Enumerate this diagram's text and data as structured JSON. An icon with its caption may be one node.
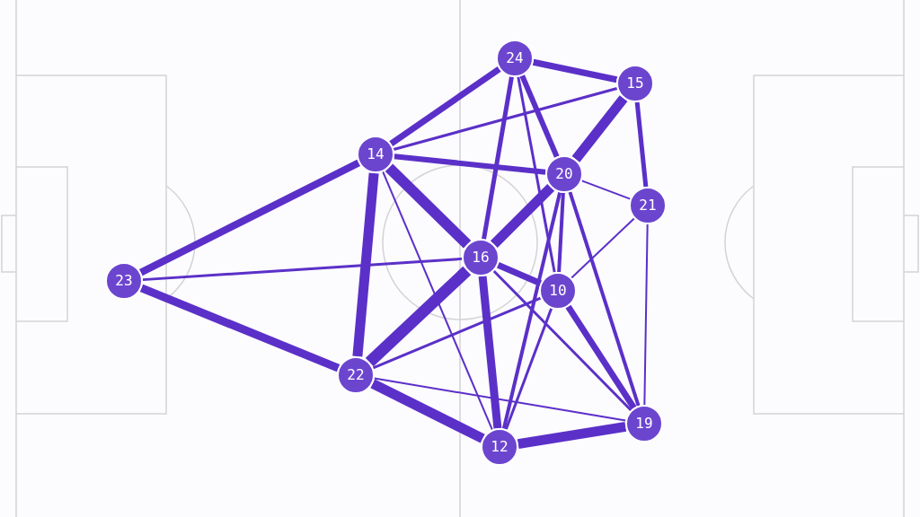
{
  "diagram": {
    "nodes": [
      {
        "text": [
          "24"
        ]
      },
      {
        "text": [
          "15"
        ]
      },
      {
        "text": [
          "14"
        ]
      },
      {
        "text": [
          "20"
        ]
      },
      {
        "text": [
          "21"
        ]
      },
      {
        "text": [
          "16"
        ]
      },
      {
        "text": [
          "23"
        ]
      },
      {
        "text": [
          "10"
        ]
      },
      {
        "text": [
          "22"
        ]
      },
      {
        "text": [
          "19"
        ]
      },
      {
        "text": [
          "12"
        ]
      }
    ],
    "edges": [
      {
        "from": 0,
        "to": 1,
        "arrow": "none"
      },
      {
        "from": 0,
        "to": 2,
        "arrow": "none"
      },
      {
        "from": 0,
        "to": 5,
        "arrow": "none"
      },
      {
        "from": 0,
        "to": 3,
        "arrow": "none"
      },
      {
        "from": 0,
        "to": 7,
        "arrow": "none"
      },
      {
        "from": 1,
        "to": 2,
        "arrow": "none"
      },
      {
        "from": 1,
        "to": 3,
        "arrow": "none",
        "style": "thick"
      },
      {
        "from": 1,
        "to": 4,
        "arrow": "none"
      },
      {
        "from": 4,
        "to": 9,
        "arrow": "none"
      },
      {
        "from": 2,
        "to": 3,
        "arrow": "none"
      },
      {
        "from": 2,
        "to": 5,
        "arrow": "none",
        "style": "thick"
      },
      {
        "from": 2,
        "to": 6,
        "arrow": "none"
      },
      {
        "from": 2,
        "to": 8,
        "arrow": "none",
        "style": "thick"
      },
      {
        "from": 2,
        "to": 10,
        "arrow": "none"
      },
      {
        "from": 3,
        "to": 4,
        "arrow": "none"
      },
      {
        "from": 3,
        "to": 5,
        "arrow": "none",
        "style": "thick"
      },
      {
        "from": 3,
        "to": 7,
        "arrow": "none"
      },
      {
        "from": 3,
        "to": 10,
        "arrow": "none"
      },
      {
        "from": 3,
        "to": 9,
        "arrow": "none"
      },
      {
        "from": 4,
        "to": 7,
        "arrow": "none"
      },
      {
        "from": 5,
        "to": 6,
        "arrow": "none"
      },
      {
        "from": 5,
        "to": 7,
        "arrow": "none"
      },
      {
        "from": 5,
        "to": 8,
        "arrow": "none",
        "style": "thick"
      },
      {
        "from": 5,
        "to": 10,
        "arrow": "none",
        "style": "thick"
      },
      {
        "from": 5,
        "to": 9,
        "arrow": "none"
      },
      {
        "from": 6,
        "to": 8,
        "arrow": "none",
        "style": "thick"
      },
      {
        "from": 7,
        "to": 8,
        "arrow": "none"
      },
      {
        "from": 7,
        "to": 10,
        "arrow": "none"
      },
      {
        "from": 7,
        "to": 9,
        "arrow": "none"
      },
      {
        "from": 8,
        "to": 10,
        "arrow": "none",
        "style": "thick"
      },
      {
        "from": 8,
        "to": 9,
        "arrow": "none"
      },
      {
        "from": 10,
        "to": 9,
        "arrow": "none",
        "style": "thick"
      }
    ]
  }
}
